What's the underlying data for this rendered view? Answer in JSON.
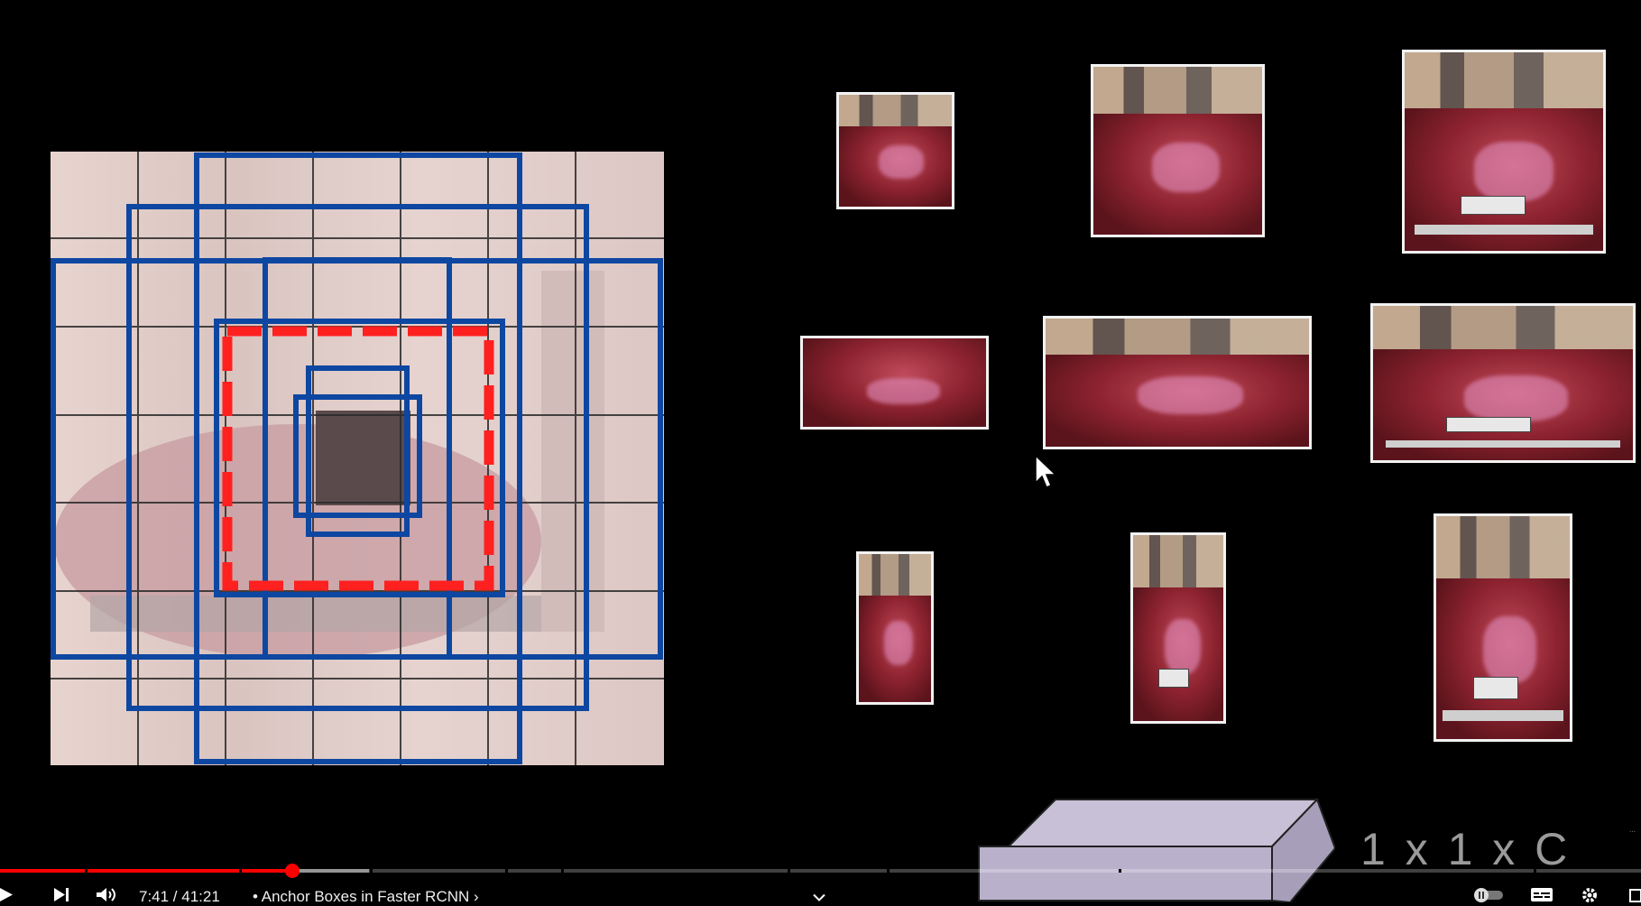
{
  "player": {
    "time_current": "7:41",
    "time_total": "41:21",
    "time_display": "7:41 / 41:21",
    "separator": "•",
    "chapter_title": "Anchor Boxes in Faster RCNN",
    "chapter_arrow": "›",
    "progress_played_fraction": 0.178,
    "progress_buffered_fraction": 0.225,
    "accent_color": "#ff0000"
  },
  "video": {
    "dimension_label": "1 x 1 x C",
    "grid_color": "#000000",
    "anchor_color": "#0d47a1",
    "gt_box_color": "#ff2020"
  },
  "icons": {
    "play": "play-icon",
    "next": "next-icon",
    "volume": "volume-icon",
    "chevron": "chevron-down-icon",
    "pause_toggle": "autoplay-toggle-icon",
    "subtitles": "subtitles-icon",
    "settings": "gear-icon",
    "miniplayer": "miniplayer-icon"
  }
}
